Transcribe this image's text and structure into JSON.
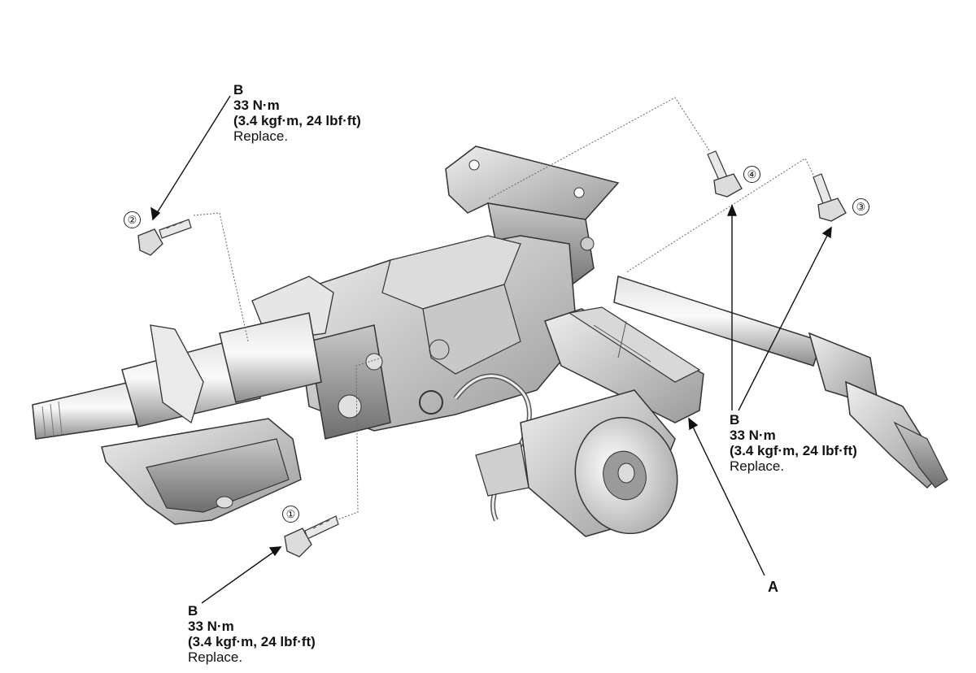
{
  "callouts": {
    "top_left": {
      "letter": "B",
      "torque": "33 N·m",
      "alt": "(3.4 kgf·m, 24 lbf·ft)",
      "note": "Replace."
    },
    "bottom_left": {
      "letter": "B",
      "torque": "33 N·m",
      "alt": "(3.4 kgf·m, 24 lbf·ft)",
      "note": "Replace."
    },
    "right": {
      "letter": "B",
      "torque": "33 N·m",
      "alt": "(3.4 kgf·m, 24 lbf·ft)",
      "note": "Replace."
    }
  },
  "label_a": "A",
  "bolts": {
    "one": "①",
    "two": "②",
    "three": "③",
    "four": "④"
  }
}
